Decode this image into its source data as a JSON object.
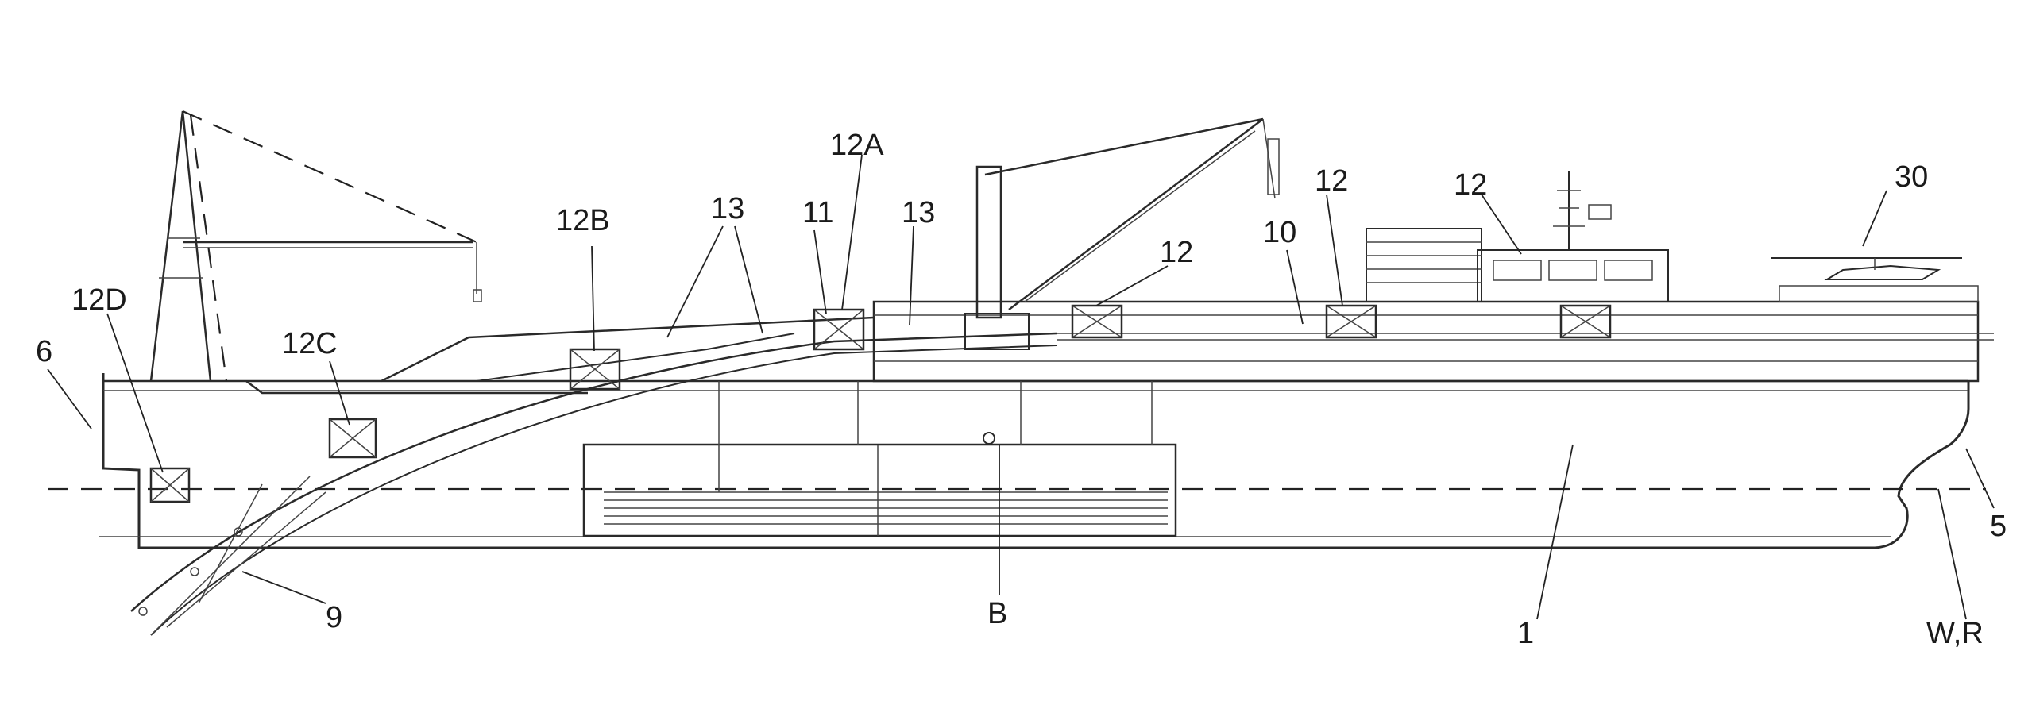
{
  "figure": {
    "labels": {
      "l6": "6",
      "l12D": "12D",
      "l12C": "12C",
      "l12B": "12B",
      "l13a": "13",
      "l12A": "12A",
      "l11": "11",
      "l13b": "13",
      "l12a": "12",
      "l10": "10",
      "l12b": "12",
      "l12c": "12",
      "l30": "30",
      "l9": "9",
      "lB": "B",
      "l1": "1",
      "l5": "5",
      "lWR": "W,R"
    }
  }
}
